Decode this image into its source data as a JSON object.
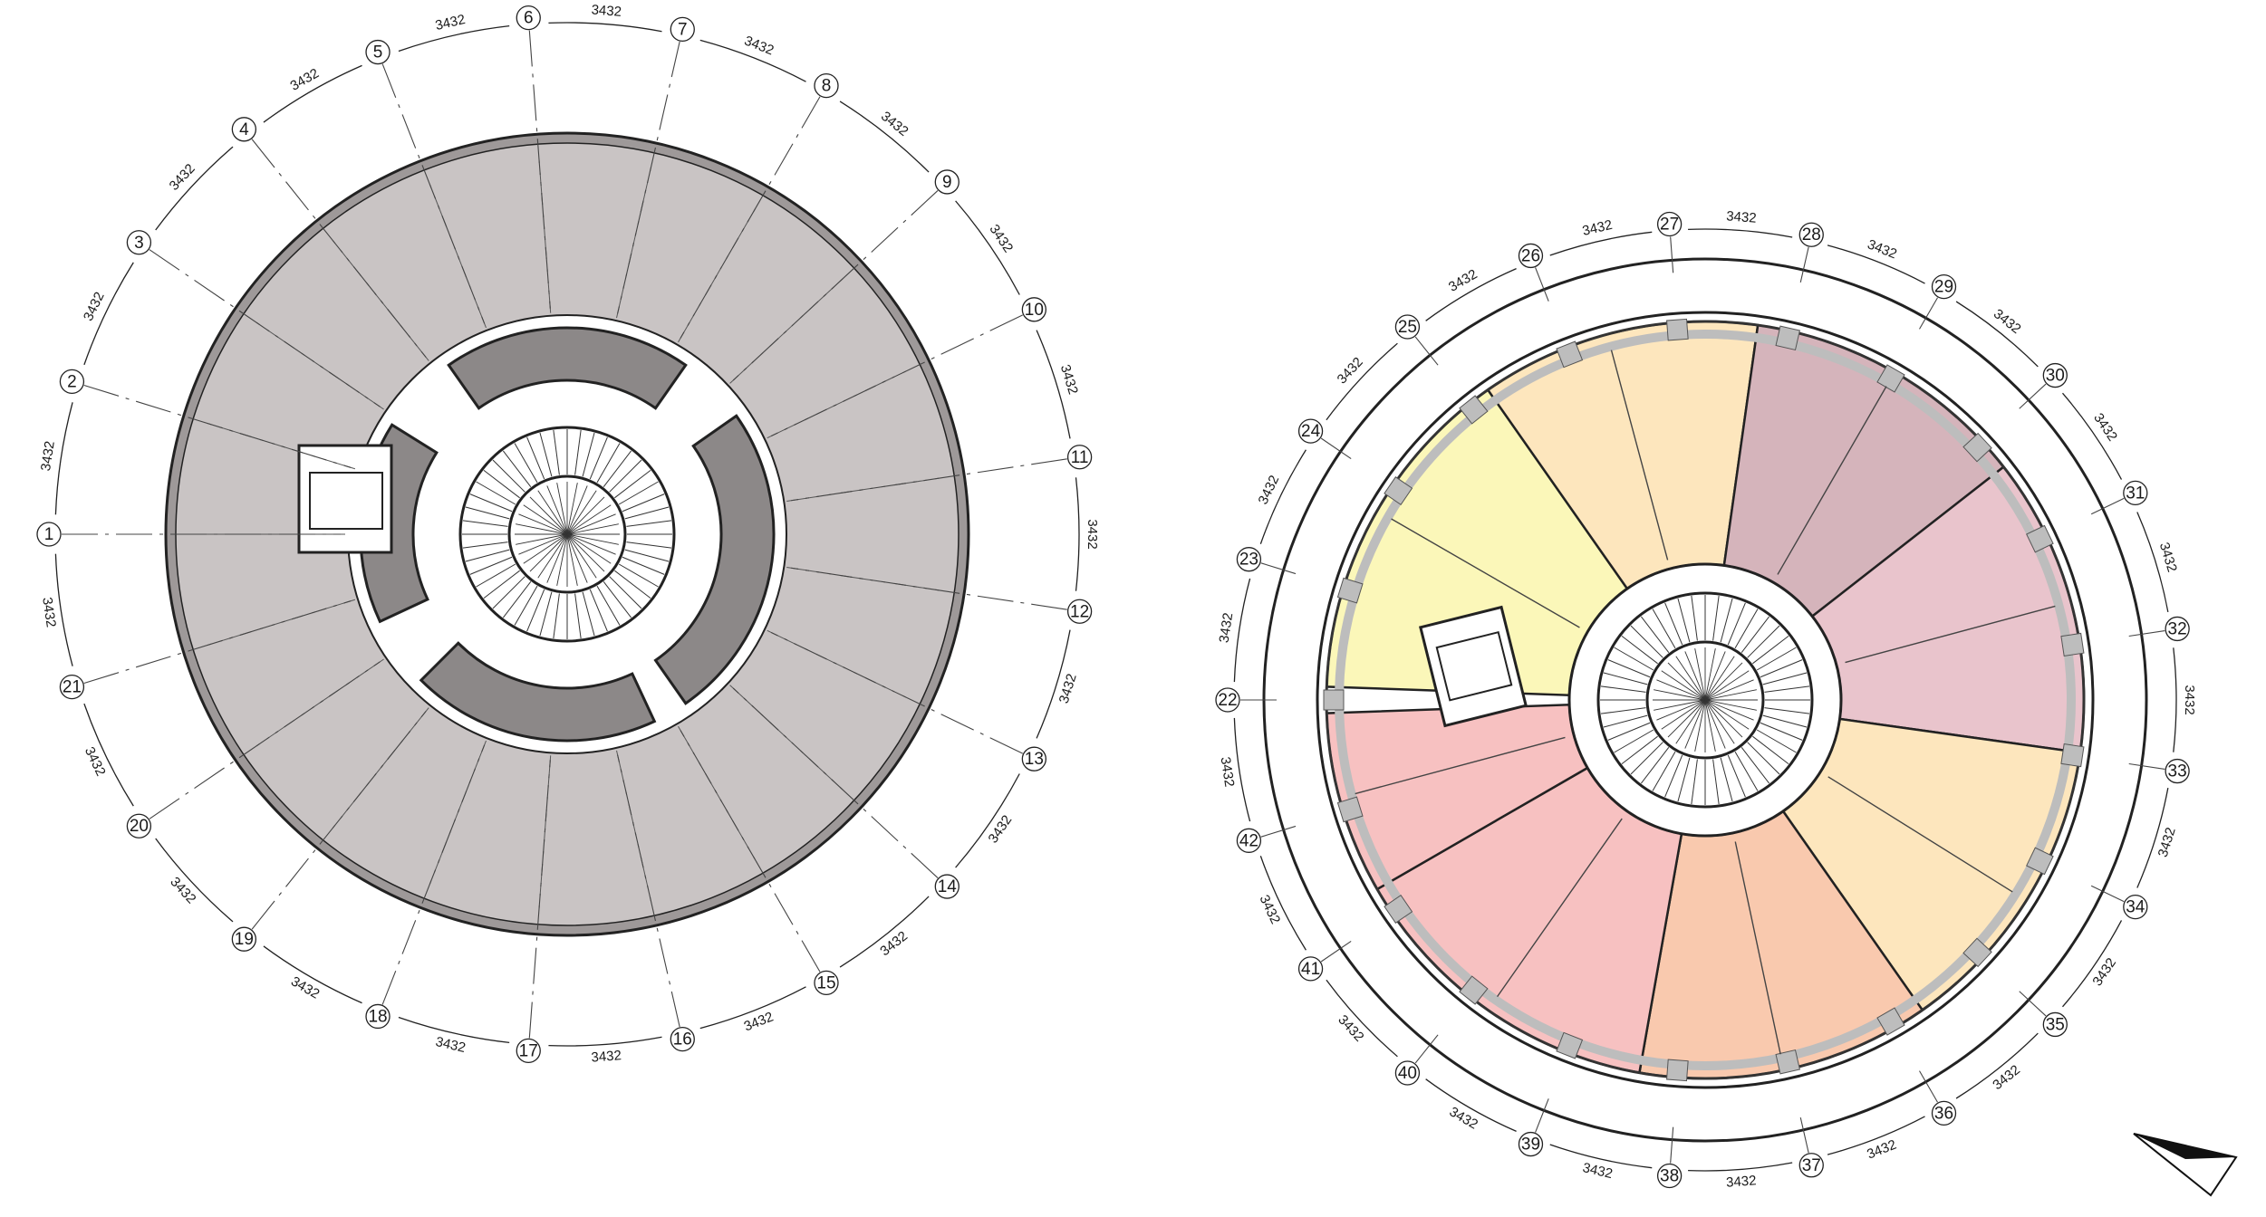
{
  "colors": {
    "ring_light": "#c9c4c4",
    "core_dark": "#8c8888",
    "wall": "#bdbdbd",
    "unit_yellow": "#fbf7b9",
    "unit_orange": "#fde6bd",
    "unit_mauve": "#d5b4bb",
    "unit_pink": "#e9c4cc",
    "unit_red": "#f7c1c1",
    "unit_salmon": "#f9c9ae",
    "line": "#222222"
  },
  "plans": [
    {
      "id": "left",
      "grid_labels": [
        "1",
        "2",
        "3",
        "4",
        "5",
        "6",
        "7",
        "8",
        "9",
        "10",
        "11",
        "12",
        "13",
        "14",
        "15",
        "16",
        "17",
        "18",
        "19",
        "20",
        "21"
      ],
      "grid_count": 21,
      "first_angle_deg": 180,
      "dimension_text": "3432"
    },
    {
      "id": "right",
      "grid_labels": [
        "22",
        "23",
        "24",
        "25",
        "26",
        "27",
        "28",
        "29",
        "30",
        "31",
        "32",
        "33",
        "34",
        "35",
        "36",
        "37",
        "38",
        "39",
        "40",
        "41",
        "42"
      ],
      "grid_count": 21,
      "first_angle_deg": 180,
      "dimension_text": "3432"
    }
  ],
  "north_arrow": {
    "icon": "north-arrow-icon"
  }
}
